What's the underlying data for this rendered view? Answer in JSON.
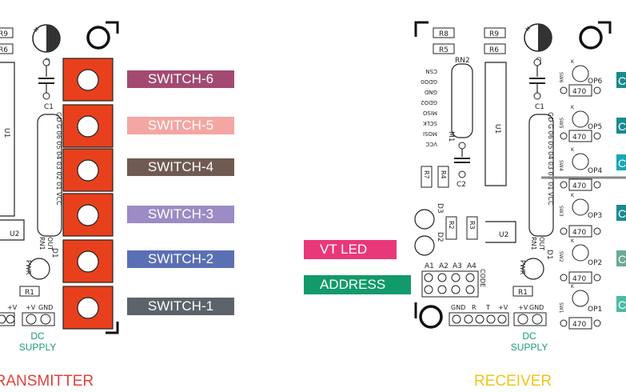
{
  "transmitter": {
    "title": "TRANSMITTER",
    "title_color": "#e0403a",
    "switches": [
      {
        "label": "SWITCH-6",
        "color": "#a34a72"
      },
      {
        "label": "SWITCH-5",
        "color": "#f4a6a3"
      },
      {
        "label": "SWITCH-4",
        "color": "#6f5a52"
      },
      {
        "label": "SWITCH-3",
        "color": "#9c8bc4"
      },
      {
        "label": "SWITCH-2",
        "color": "#5b6fb5"
      },
      {
        "label": "SWITCH-1",
        "color": "#5c636b"
      }
    ],
    "pcb": {
      "r9": "R9",
      "r6": "R6",
      "c3": "C3",
      "c1": "C1",
      "u1": "U1",
      "u2": "U2",
      "rn1": "RN1",
      "out": "OUT",
      "d1": "D1",
      "pwr": "PWR",
      "r1": "R1",
      "v_plus": "+V",
      "v_plus2": "+V",
      "gnd": "GND",
      "dc_line1": "DC",
      "dc_line2": "SUPPLY",
      "pins": "GD G 06 05 04 03 02 01 VCC"
    }
  },
  "receiver": {
    "title": "RECEIVER",
    "title_color": "#f0c419",
    "pcb": {
      "r8": "R8",
      "r9": "R9",
      "r5": "R5",
      "r6": "R6",
      "c3": "C3",
      "rn2": "RN2",
      "header_pins": [
        "CSN",
        "GDO0",
        "GND",
        "GDO2",
        "MISO",
        "SCLK",
        "MOSI",
        "VCC"
      ],
      "m1": "M1",
      "c1": "C1",
      "u1": "U1",
      "r7": "R7",
      "r4": "R4",
      "c2": "C2",
      "d3": "D3",
      "d2": "D2",
      "r2": "R2",
      "r3": "R3",
      "u2": "U2",
      "rn1": "RN1",
      "out": "OUT",
      "d1": "D1",
      "pwr": "PWR",
      "r1": "R1",
      "addr": [
        "A1",
        "A2",
        "A3",
        "A4"
      ],
      "code": "CODE",
      "bottom_header": [
        "GND",
        "R",
        "T",
        "+V"
      ],
      "v_plus": "+V",
      "gnd": "GND",
      "dc_line1": "DC",
      "dc_line2": "SUPPLY",
      "pins": "GD G 06 05 04 03 02 01 VCC",
      "outputs": [
        {
          "sw": "SW6",
          "op": "OP6",
          "r": "470",
          "k": "K"
        },
        {
          "sw": "SW5",
          "op": "OP5",
          "r": "470",
          "k": "K"
        },
        {
          "sw": "SW4",
          "op": "OP4",
          "r": "470",
          "k": "K"
        },
        {
          "sw": "SW3",
          "op": "OP3",
          "r": "470",
          "k": "K"
        },
        {
          "sw": "SW2",
          "op": "OP2",
          "r": "470",
          "k": "K"
        },
        {
          "sw": "SW1",
          "op": "OP1",
          "r": "470",
          "k": "K"
        }
      ]
    }
  },
  "callouts": {
    "vt_led": {
      "label": "VT LED",
      "color": "#e8387a"
    },
    "address": {
      "label": "ADDRESS",
      "color": "#129a6a"
    }
  },
  "colors": {
    "switch_pad": "#e8401c",
    "dc_label": "#1a9a7a",
    "right_tab_colors": [
      "#1a8a8f",
      "#1a8a8f",
      "#16a7b7",
      "#1a8a8f",
      "#6aaa94",
      "#4bbca0"
    ]
  }
}
